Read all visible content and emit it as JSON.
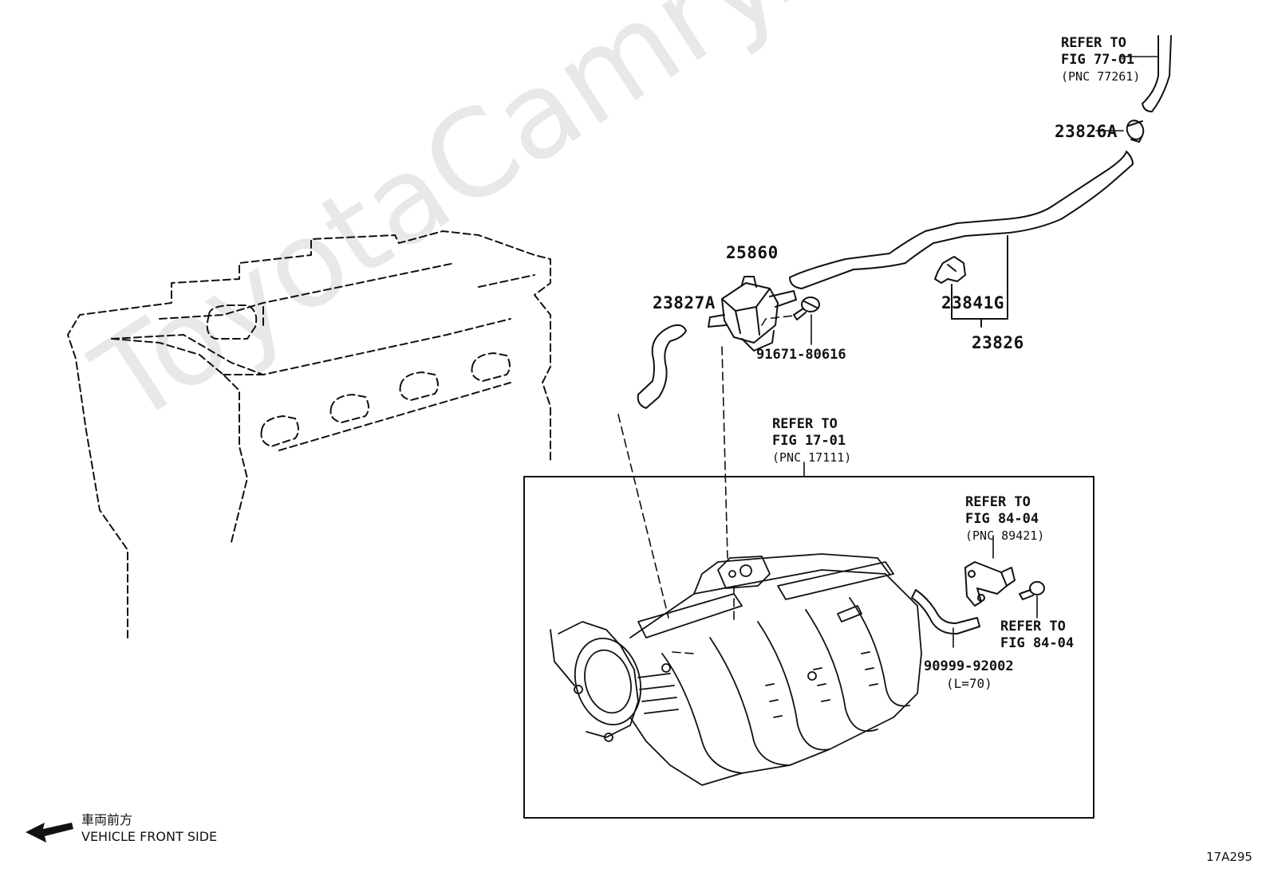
{
  "watermark": "ToyotaCamry.ru",
  "figure_id": "17A295",
  "legend": {
    "jp": "車両前方",
    "en": "VEHICLE FRONT SIDE",
    "icon": "arrow-left-icon"
  },
  "parts": {
    "p23826A": "23826A",
    "p25860": "25860",
    "p23827A": "23827A",
    "p91671": "91671-80616",
    "p23841G": "23841G",
    "p23826": "23826",
    "p90999": "90999-92002",
    "p90999_len": "(L=70)"
  },
  "refs": {
    "fig77": {
      "l1": "REFER TO",
      "l2": "FIG 77-01",
      "l3": "(PNC 77261)"
    },
    "fig17": {
      "l1": "REFER TO",
      "l2": "FIG 17-01",
      "l3": "(PNC 17111)"
    },
    "fig84a": {
      "l1": "REFER TO",
      "l2": "FIG 84-04",
      "l3": "(PNC 89421)"
    },
    "fig84b": {
      "l1": "REFER TO",
      "l2": "FIG 84-04"
    }
  }
}
